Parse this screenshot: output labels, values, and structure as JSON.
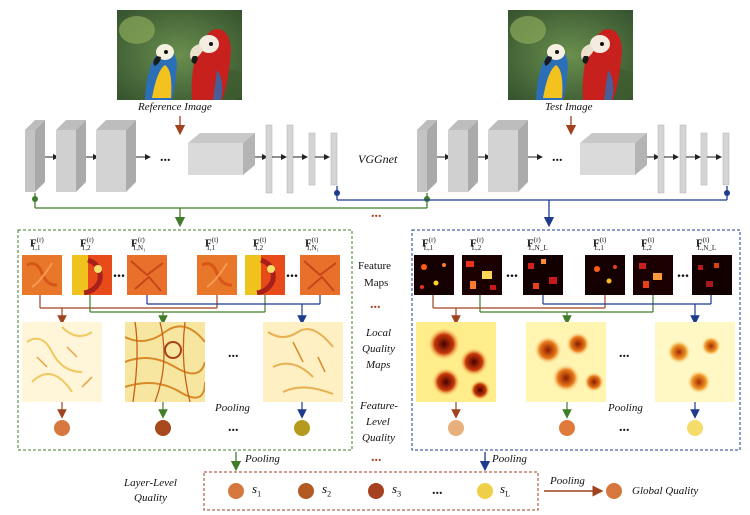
{
  "images": {
    "reference_label": "Reference Image",
    "test_label": "Test Image"
  },
  "network": {
    "label": "VGGnet",
    "ellipsis": "..."
  },
  "middle_labels": {
    "feature_maps_1": "Feature",
    "feature_maps_2": "Maps",
    "ellipsis": "...",
    "local_quality_1": "Local",
    "local_quality_2": "Quality",
    "local_quality_3": "Maps",
    "feature_level_1": "Feature-",
    "feature_level_2": "Level",
    "feature_level_3": "Quality"
  },
  "left_panel": {
    "features": [
      {
        "base": "F",
        "sup": "(r)",
        "sub": "1,1"
      },
      {
        "base": "F",
        "sup": "(r)",
        "sub": "1,2"
      },
      {
        "base": "F",
        "sup": "(r)",
        "sub": "1,N₁"
      },
      {
        "base": "F",
        "sup": "(t)",
        "sub": "1,1"
      },
      {
        "base": "F",
        "sup": "(t)",
        "sub": "1,2"
      },
      {
        "base": "F",
        "sup": "(t)",
        "sub": "1,N₁"
      }
    ],
    "ellipsis": "...",
    "pooling": "Pooling",
    "dot_colors": [
      "#d6783e",
      "#a64a1e",
      "#b59a1e"
    ]
  },
  "right_panel": {
    "features": [
      {
        "base": "F",
        "sup": "(r)",
        "sub": "L,1"
      },
      {
        "base": "F",
        "sup": "(r)",
        "sub": "L,2"
      },
      {
        "base": "F",
        "sup": "(r)",
        "sub": "L,N_L"
      },
      {
        "base": "F",
        "sup": "(t)",
        "sub": "L,1"
      },
      {
        "base": "F",
        "sup": "(t)",
        "sub": "L,2"
      },
      {
        "base": "F",
        "sup": "(t)",
        "sub": "L,N_L"
      }
    ],
    "ellipsis": "...",
    "pooling": "Pooling",
    "dot_colors": [
      "#e8b07c",
      "#e0793a",
      "#f5dc6a"
    ]
  },
  "bottom": {
    "pooling_left": "Pooling",
    "pooling_right": "Pooling",
    "middle_ellipsis": "...",
    "layer_level_1": "Layer-Level",
    "layer_level_2": "Quality",
    "scores": [
      {
        "sym": "s",
        "sub": "1",
        "color": "#d6783e"
      },
      {
        "sym": "s",
        "sub": "2",
        "color": "#b35a22"
      },
      {
        "sym": "s",
        "sub": "3",
        "color": "#a64020"
      },
      {
        "sym": "s",
        "sub": "L",
        "color": "#f0cf48"
      }
    ],
    "score_ellipsis": "...",
    "final_pooling": "Pooling",
    "global_quality": "Global Quality",
    "global_color": "#d6783e"
  }
}
